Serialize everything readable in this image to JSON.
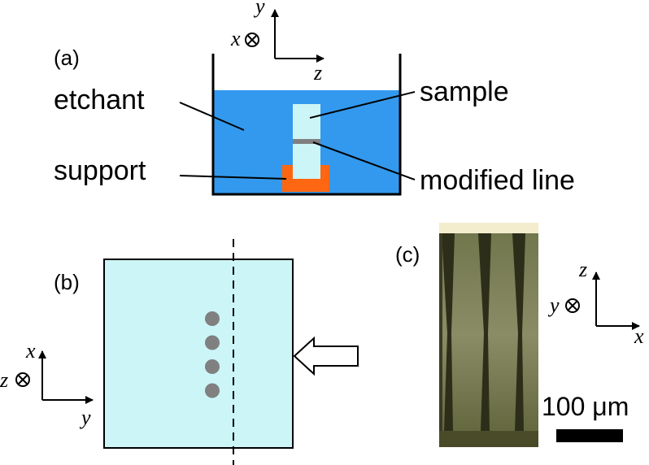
{
  "panels": {
    "a": {
      "tag": "(a)",
      "labels": {
        "etchant": "etchant",
        "support": "support",
        "sample": "sample",
        "modified_line": "modified line"
      },
      "axes": {
        "out_of_plane": "x",
        "vertical": "y",
        "horizontal": "z"
      }
    },
    "b": {
      "tag": "(b)",
      "axes": {
        "out_of_plane": "z",
        "vertical": "x",
        "horizontal": "y"
      },
      "dot_count": 4
    },
    "c": {
      "tag": "(c)",
      "axes": {
        "out_of_plane": "y",
        "vertical": "z",
        "horizontal": "x"
      },
      "scale_bar_label": "100 μm"
    }
  },
  "colors": {
    "etchant": "#3399ee",
    "sample": "#ccf5f7",
    "support": "#ff6611",
    "modified_line": "#808080",
    "dots": "#808080",
    "micrograph_bg": "#7a7d55",
    "micrograph_top": "#f3eccd"
  }
}
